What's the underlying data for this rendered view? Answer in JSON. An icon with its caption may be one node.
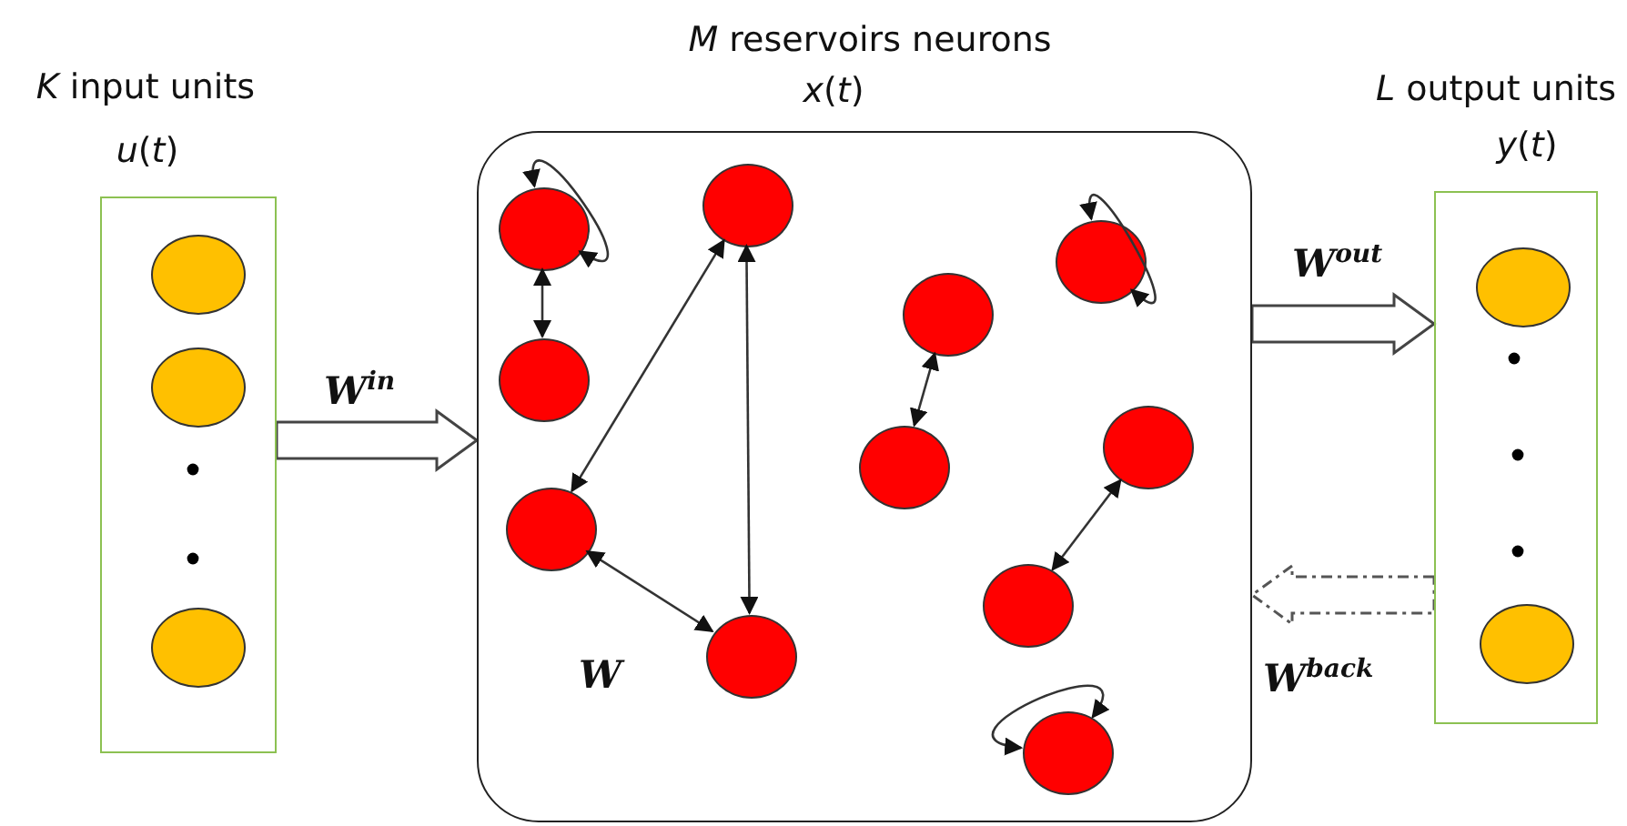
{
  "diagram": {
    "nodes": [
      {
        "text": [
          "*K* input units",
          "*u*(*t*)"
        ]
      },
      {
        "text": [],
        "shape": "circle",
        "in": 0
      },
      {
        "text": [],
        "shape": "circle",
        "in": 0
      },
      {
        "text": [],
        "shape": "circle",
        "in": 0
      },
      {
        "text": [
          "*M* reservoirs neurons",
          "*x*(*t*)"
        ]
      },
      {
        "text": [],
        "shape": "circle",
        "in": 4
      },
      {
        "text": [],
        "shape": "circle",
        "in": 4
      },
      {
        "text": [],
        "shape": "circle",
        "in": 4
      },
      {
        "text": [],
        "shape": "circle",
        "in": 4
      },
      {
        "text": [],
        "shape": "circle",
        "in": 4
      },
      {
        "text": [],
        "shape": "circle",
        "in": 4
      },
      {
        "text": [],
        "shape": "circle",
        "in": 4
      },
      {
        "text": [],
        "shape": "circle",
        "in": 4
      },
      {
        "text": [],
        "shape": "circle",
        "in": 4
      },
      {
        "text": [],
        "shape": "circle",
        "in": 4
      },
      {
        "text": [],
        "shape": "circle",
        "in": 4
      },
      {
        "text": [
          "*L* output units",
          "*y*(*t*)"
        ]
      },
      {
        "text": [],
        "shape": "circle",
        "in": 16
      },
      {
        "text": [],
        "shape": "circle",
        "in": 16
      }
    ],
    "edges": [
      {
        "from": 0,
        "to": 4,
        "arrow": "to",
        "label": "W$^{in}$",
        "style": "thick"
      },
      {
        "from": 4,
        "to": 16,
        "arrow": "to",
        "label": "W$^{out}$",
        "style": "thick"
      },
      {
        "from": 16,
        "to": 4,
        "arrow": "to",
        "label": "W$^{back}$",
        "style": "dashed"
      },
      {
        "from": 5,
        "to": 5,
        "arrow": "both"
      },
      {
        "from": 5,
        "to": 7,
        "arrow": "both"
      },
      {
        "from": 6,
        "to": 8,
        "arrow": "both"
      },
      {
        "from": 6,
        "to": 9,
        "arrow": "both"
      },
      {
        "from": 8,
        "to": 9,
        "arrow": "both"
      },
      {
        "from": 11,
        "to": 10,
        "arrow": "both"
      },
      {
        "from": 12,
        "to": 12,
        "arrow": "both"
      },
      {
        "from": 13,
        "to": 14,
        "arrow": "both"
      },
      {
        "from": 15,
        "to": 15,
        "arrow": "both"
      }
    ],
    "labels": [
      "W"
    ]
  }
}
